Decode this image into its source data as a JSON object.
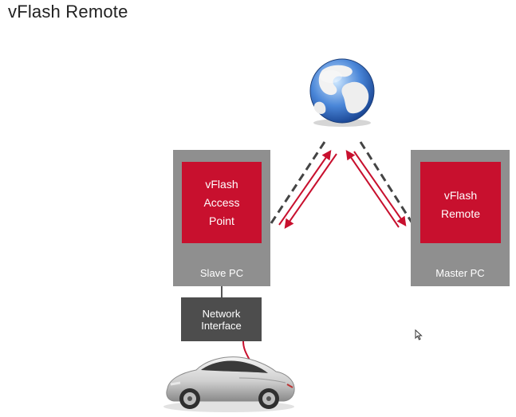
{
  "title": "vFlash Remote",
  "slave_pc": {
    "panel_lines": [
      "vFlash",
      "Access",
      "Point"
    ],
    "label": "Slave PC"
  },
  "master_pc": {
    "panel_lines": [
      "vFlash",
      "Remote"
    ],
    "label": "Master PC"
  },
  "network_interface": {
    "lines": [
      "Network",
      "Interface"
    ]
  },
  "icons": {
    "globe": "globe-icon",
    "database": "database-icon",
    "car": "car-icon",
    "cursor": "mouse-cursor-icon"
  },
  "colors": {
    "accent_red": "#c8102e",
    "pc_gray": "#8f8f8f",
    "network_gray": "#4d4d4d",
    "dashed_link": "#444444"
  }
}
